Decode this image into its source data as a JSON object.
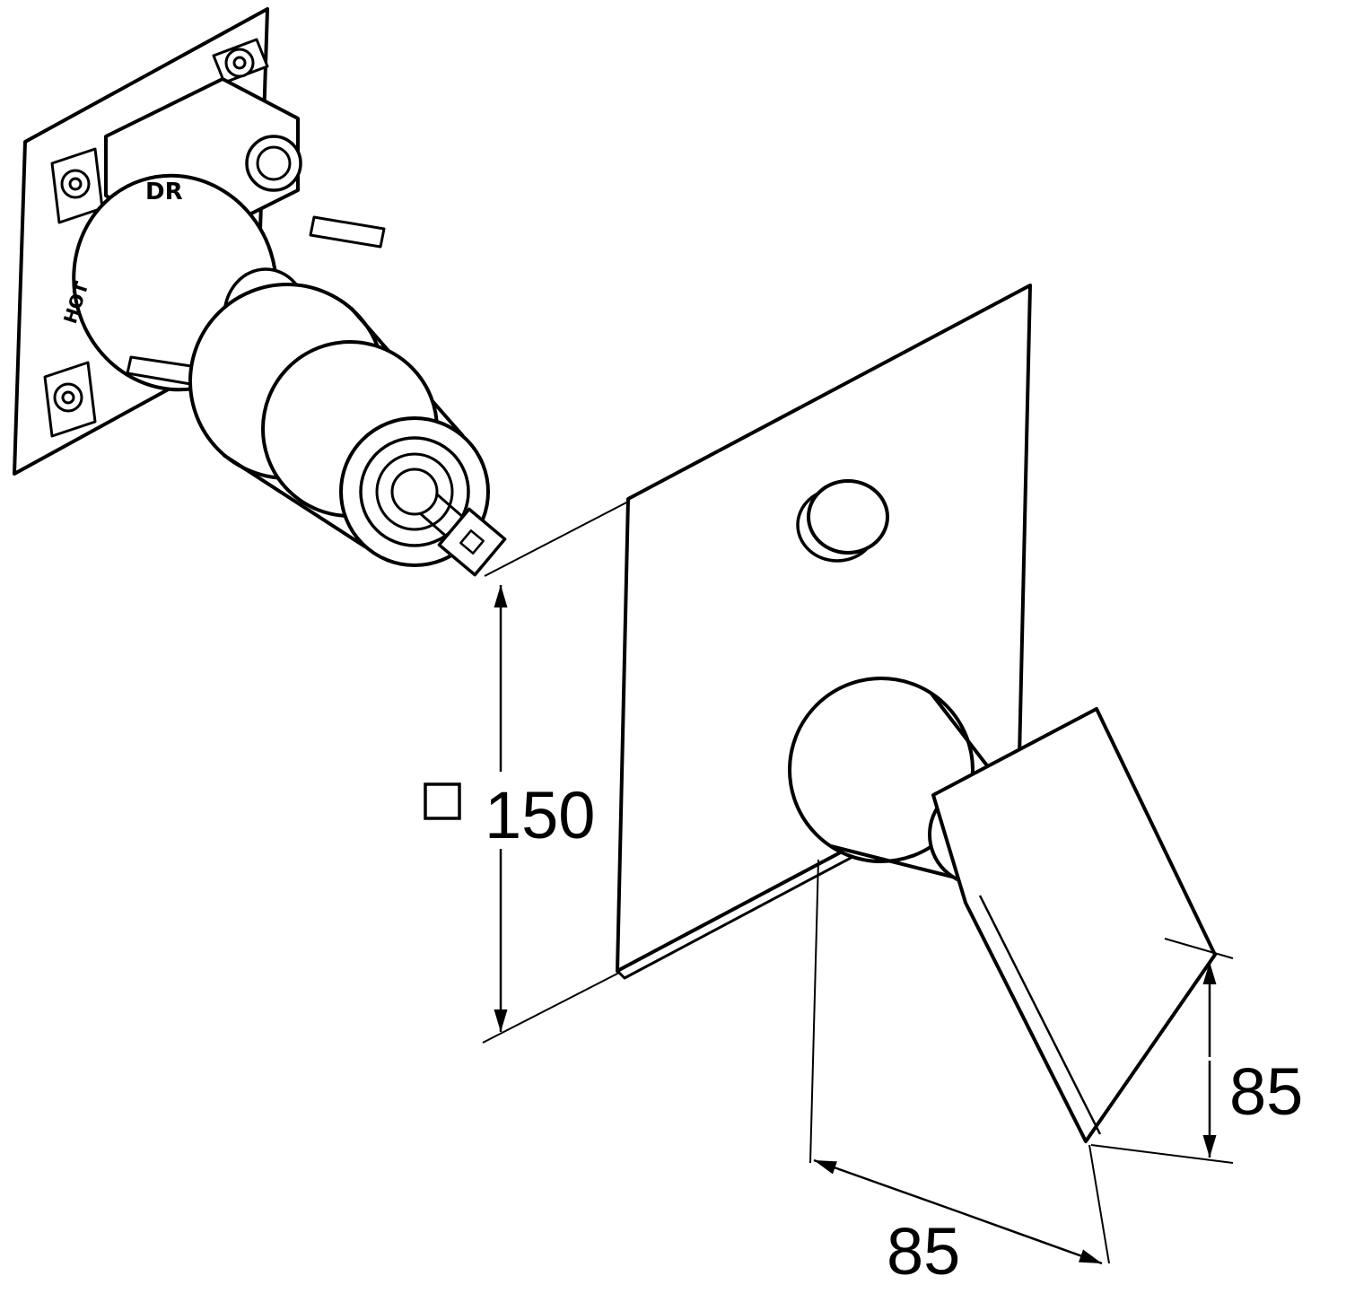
{
  "colors": {
    "background": "#ffffff",
    "line": "#000000"
  },
  "diagram": {
    "labels": {
      "dr": "DR",
      "hot": "HOT"
    },
    "dimensions": {
      "plate": {
        "symbol": "□",
        "value": "150"
      },
      "lever_height": {
        "value": "85"
      },
      "lever_width": {
        "value": "85"
      }
    }
  }
}
